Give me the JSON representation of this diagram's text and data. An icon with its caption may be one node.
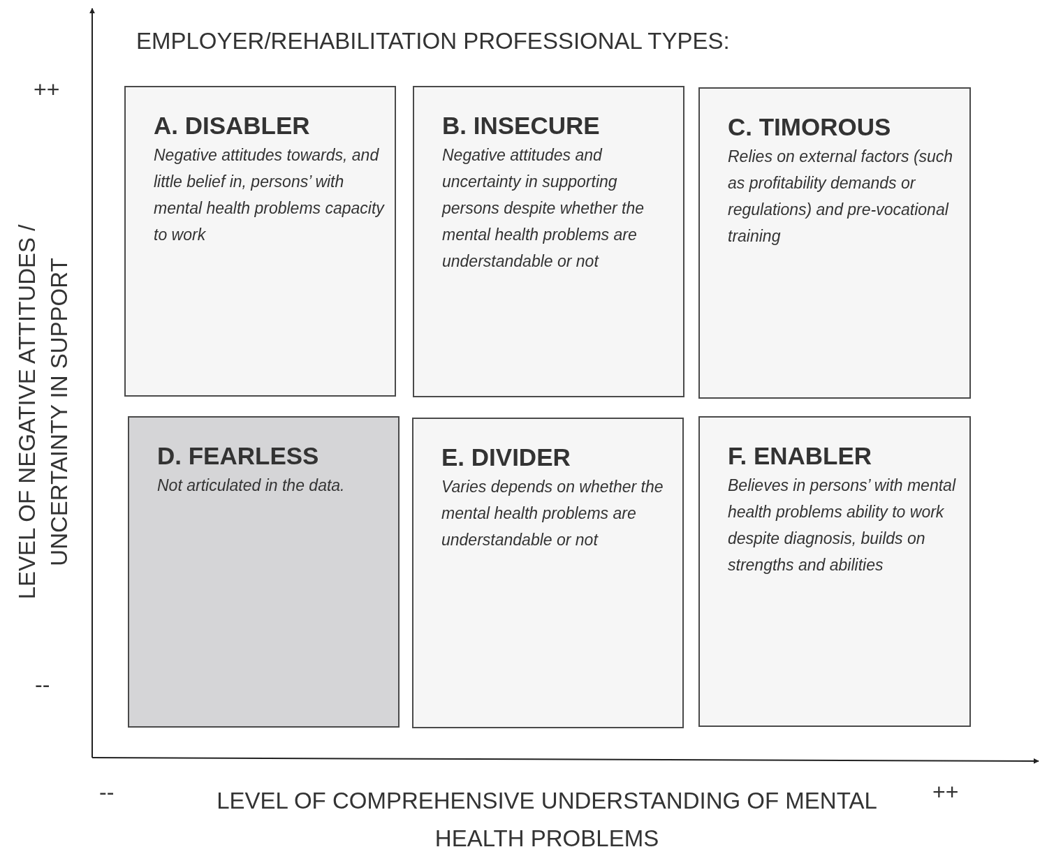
{
  "diagram": {
    "title": "EMPLOYER/REHABILITATION PROFESSIONAL TYPES:",
    "nodes": [
      {
        "text": [
          "A. DISABLER",
          "Negative attitudes towards, and little belief in, persons’ with mental health problems capacity to work"
        ]
      },
      {
        "text": [
          "B. INSECURE",
          "Negative attitudes and uncertainty in supporting persons despite whether the mental health problems are understandable or not"
        ]
      },
      {
        "text": [
          "C. TIMOROUS",
          "Relies on external factors (such as profitability demands or regulations) and pre-vocational training"
        ]
      },
      {
        "text": [
          "D. FEARLESS",
          "Not articulated in the data."
        ]
      },
      {
        "text": [
          "E. DIVIDER",
          "Varies depends on whether the mental health problems are understandable or not"
        ]
      },
      {
        "text": [
          "F. ENABLER",
          "Believes in persons’ with mental health problems ability to work despite diagnosis, builds on strengths and abilities"
        ]
      }
    ],
    "labels": [
      "++",
      "LEVEL OF NEGATIVE ATTITUDES / UNCERTAINTY IN SUPPORT",
      "--",
      "--",
      "LEVEL OF COMPREHENSIVE UNDERSTANDING OF MENTAL HEALTH PROBLEMS",
      "++"
    ]
  }
}
